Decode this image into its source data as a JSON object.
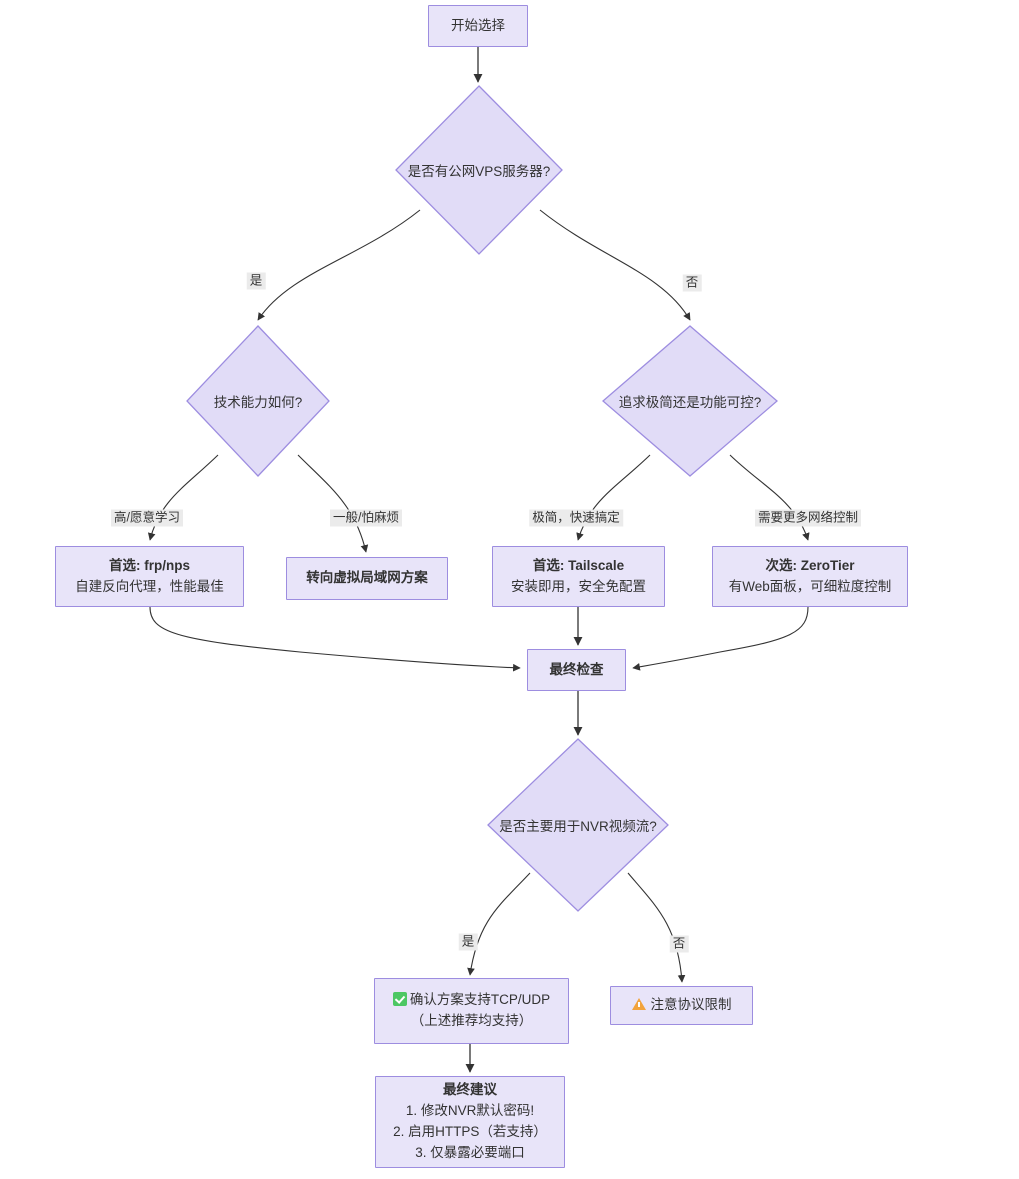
{
  "diagram": {
    "type": "flowchart",
    "title_text": "开始选择",
    "theme": {
      "node_fill": "#E8E4F9",
      "node_border": "#9D8DE0",
      "edge_color": "#333333",
      "edge_label_bg": "#ebebeb",
      "text_color": "#333333",
      "check_icon_color": "#4CC764",
      "warn_icon_color": "#F2A33C",
      "background": "#ffffff"
    },
    "nodes": {
      "start": {
        "id": "start",
        "shape": "rect",
        "label": "开始选择"
      },
      "vps": {
        "id": "vps",
        "shape": "diamond",
        "label": "是否有公网VPS服务器?"
      },
      "skill": {
        "id": "skill",
        "shape": "diamond",
        "label": "技术能力如何?"
      },
      "simple": {
        "id": "simple",
        "shape": "diamond",
        "label": "追求极简还是功能可控?"
      },
      "frp": {
        "id": "frp",
        "shape": "rect",
        "title": "首选: frp/nps",
        "sub": "自建反向代理，性能最佳"
      },
      "vlan": {
        "id": "vlan",
        "shape": "rect",
        "title": "转向虚拟局域网方案",
        "sub": ""
      },
      "tailscale": {
        "id": "tailscale",
        "shape": "rect",
        "title": "首选: Tailscale",
        "sub": "安装即用，安全免配置"
      },
      "zerotier": {
        "id": "zerotier",
        "shape": "rect",
        "title": "次选: ZeroTier",
        "sub": "有Web面板，可细粒度控制"
      },
      "final_check": {
        "id": "final_check",
        "shape": "rect",
        "label": "最终检查"
      },
      "nvr": {
        "id": "nvr",
        "shape": "diamond",
        "label": "是否主要用于NVR视频流?"
      },
      "tcpudp": {
        "id": "tcpudp",
        "shape": "rect",
        "icon": "check-icon",
        "line1": "确认方案支持TCP/UDP",
        "line2": "（上述推荐均支持）"
      },
      "protocol_warn": {
        "id": "protocol_warn",
        "shape": "rect",
        "icon": "warning-icon",
        "label": "注意协议限制"
      },
      "advice": {
        "id": "advice",
        "shape": "rect",
        "title": "最终建议",
        "items": [
          "1. 修改NVR默认密码!",
          "2. 启用HTTPS（若支持）",
          "3. 仅暴露必要端口"
        ]
      }
    },
    "edge_labels": {
      "vps_yes": "是",
      "vps_no": "否",
      "skill_high": "高/愿意学习",
      "skill_low": "一般/怕麻烦",
      "simple_minimal": "极简，快速搞定",
      "simple_control": "需要更多网络控制",
      "nvr_yes": "是",
      "nvr_no": "否"
    }
  }
}
